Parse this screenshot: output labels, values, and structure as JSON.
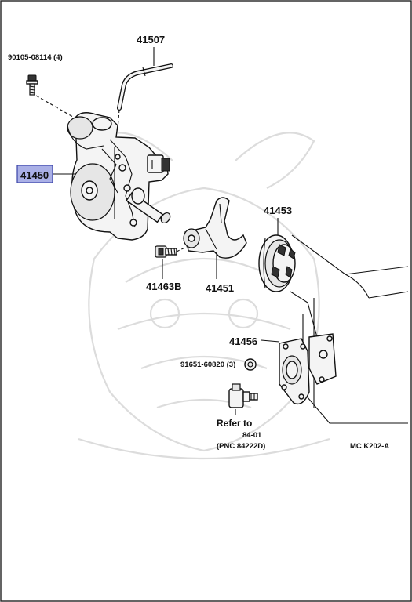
{
  "diagram": {
    "parts": {
      "p90105": "90105-08114 (4)",
      "p41507": "41507",
      "p41450": "41450",
      "p41453": "41453",
      "p41463b": "41463B",
      "p41451": "41451",
      "p41456": "41456",
      "p91651": "91651-60820 (3)",
      "refer_line1": "Refer to",
      "refer_line2": "84-01",
      "refer_line3": "(PNC 84222D)"
    },
    "code": "MC  K202-A",
    "highlight_color": "#aab0e6",
    "highlight_border": "#3a44a8",
    "watermark": "samurai-helmet-watermark"
  }
}
